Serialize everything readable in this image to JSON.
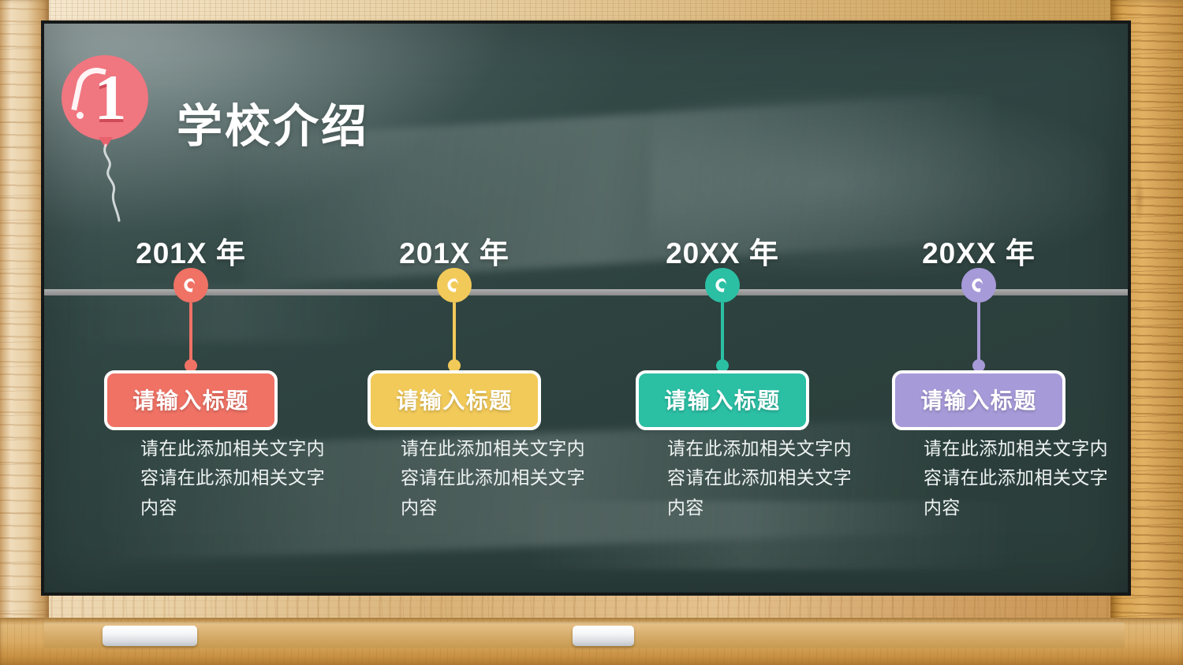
{
  "slide": {
    "header": {
      "badge_number": "1",
      "badge_icon": "balloon-icon",
      "title": "学校介绍"
    },
    "timeline": {
      "rail_color": "#9a9a9a",
      "marker_icon": "ring-marker-icon",
      "items": [
        {
          "year": "201X 年",
          "box_label": "请输入标题",
          "body": "请在此添加相关文字内容请在此添加相关文字内容",
          "color": "#ef7265"
        },
        {
          "year": "201X 年",
          "box_label": "请输入标题",
          "body": "请在此添加相关文字内容请在此添加相关文字内容",
          "color": "#f2ca59"
        },
        {
          "year": "20XX 年",
          "box_label": "请输入标题",
          "body": "请在此添加相关文字内容请在此添加相关文字内容",
          "color": "#2bbfa4"
        },
        {
          "year": "20XX 年",
          "box_label": "请输入标题",
          "body": "请在此添加相关文字内容请在此添加相关文字内容",
          "color": "#a79ad8"
        }
      ]
    },
    "decor": {
      "chalk_left": "chalk-stick",
      "chalk_right": "chalk-stick",
      "board_color": "#2e4440",
      "frame_color": "#d9b478"
    }
  }
}
